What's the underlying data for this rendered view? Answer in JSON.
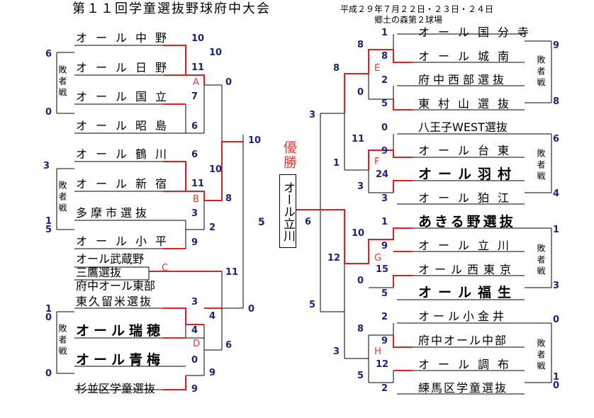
{
  "title": "第１１回学童選抜野球府中大会",
  "dates": "平成２９年７月２２日・２３日・２４日",
  "venue": "郷土の森第２球場",
  "champion_label": "優勝",
  "champion": "オール立川",
  "consolation": "敗者戦",
  "left": {
    "teams": [
      "オール中野",
      "オール日野",
      "オール国立",
      "オール昭島",
      "オール鶴川",
      "オール新宿",
      "多摩市選抜",
      "オール小平",
      "オール武蔵野",
      "三鷹選抜",
      "府中オール東部",
      "東久留米選抜",
      "オール瑞穂",
      "オール青梅",
      "杉並区学童選抜"
    ],
    "block_labels": [
      "A",
      "B",
      "C",
      "D"
    ],
    "scores": [
      "10",
      "11",
      "7",
      "6",
      "10",
      "0",
      "6",
      "11",
      "3",
      "9",
      "10",
      "8",
      "2",
      "4",
      "4",
      "0",
      "9",
      "9",
      "6",
      "11",
      "0",
      "3",
      "0",
      "1",
      "5",
      "1",
      "0",
      "0",
      "10",
      "5",
      "6"
    ]
  },
  "right": {
    "teams": [
      "オール国分寺",
      "オール城南",
      "府中西部選抜",
      "東村山選抜",
      "八王子WEST選抜",
      "オール台東",
      "オール羽村",
      "オール狛江",
      "あきる野選抜",
      "オール立川",
      "オール西東京",
      "オール福生",
      "オール小金井",
      "府中オール中部",
      "オール調布",
      "練馬区学童選抜"
    ],
    "block_labels": [
      "E",
      "F",
      "G",
      "H"
    ],
    "scores": [
      "1",
      "8",
      "2",
      "5",
      "0",
      "9",
      "24",
      "3",
      "1",
      "9",
      "15",
      "5",
      "2",
      "9",
      "12",
      "2",
      "8",
      "0",
      "11",
      "3",
      "10",
      "0",
      "8",
      "5",
      "8",
      "1",
      "12",
      "3",
      "3",
      "5",
      "6",
      "9",
      "8",
      "6",
      "4",
      "1",
      "3",
      "0"
    ]
  }
}
